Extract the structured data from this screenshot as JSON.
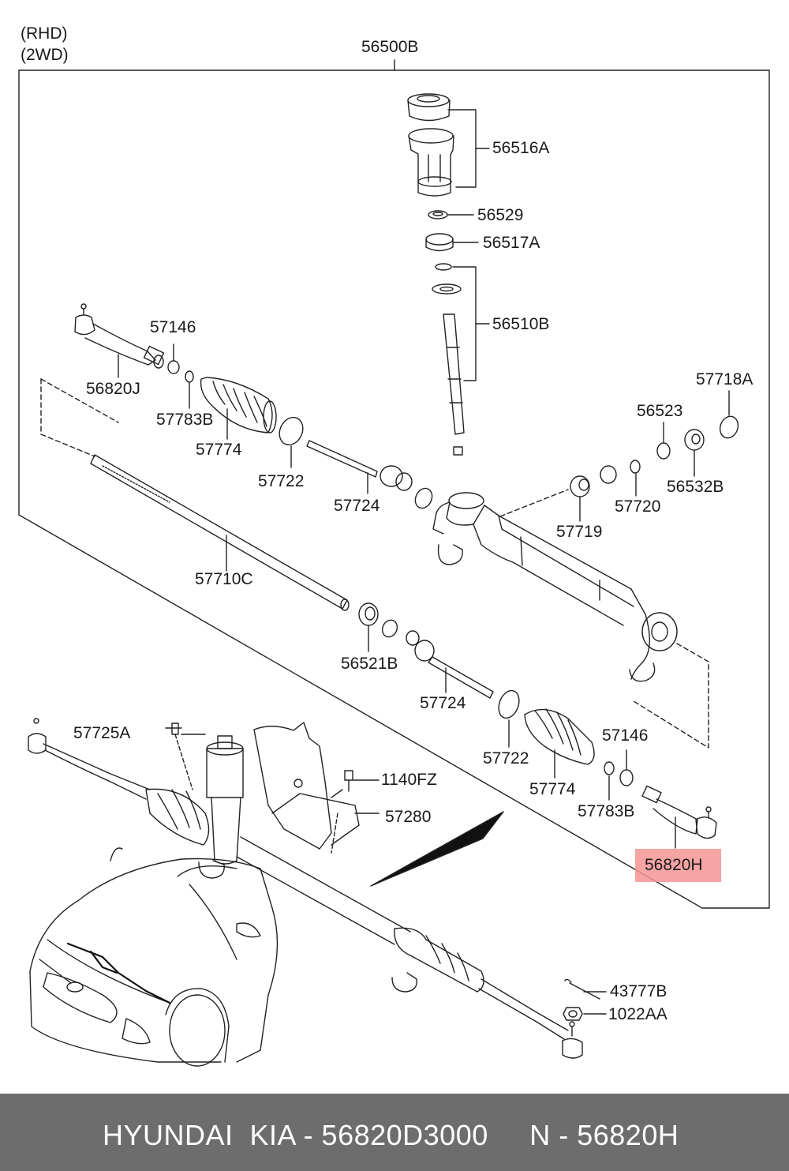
{
  "header": {
    "variant_1": "(RHD)",
    "variant_2": "(2WD)"
  },
  "assembly_label": "56500B",
  "highlighted_part": "56820H",
  "labels": {
    "p56516A": "56516A",
    "p56529": "56529",
    "p56517A": "56517A",
    "p56510B": "56510B",
    "p57146_top": "57146",
    "p56820J": "56820J",
    "p57783B_top": "57783B",
    "p57774_top": "57774",
    "p57722_top": "57722",
    "p57724_top": "57724",
    "p57718A": "57718A",
    "p56523": "56523",
    "p56532B": "56532B",
    "p57720": "57720",
    "p57719": "57719",
    "p57710C": "57710C",
    "p56521B": "56521B",
    "p57724_bottom": "57724",
    "p57722_bottom": "57722",
    "p57774_bottom": "57774",
    "p57146_bottom": "57146",
    "p57783B_bottom": "57783B",
    "p57725A": "57725A",
    "p1140FZ": "1140FZ",
    "p57280": "57280",
    "p43777B": "43777B",
    "p1022AA": "1022AA"
  },
  "footer": {
    "text": "HYUNDAI  KIA - 56820D3000     N - 56820H"
  }
}
